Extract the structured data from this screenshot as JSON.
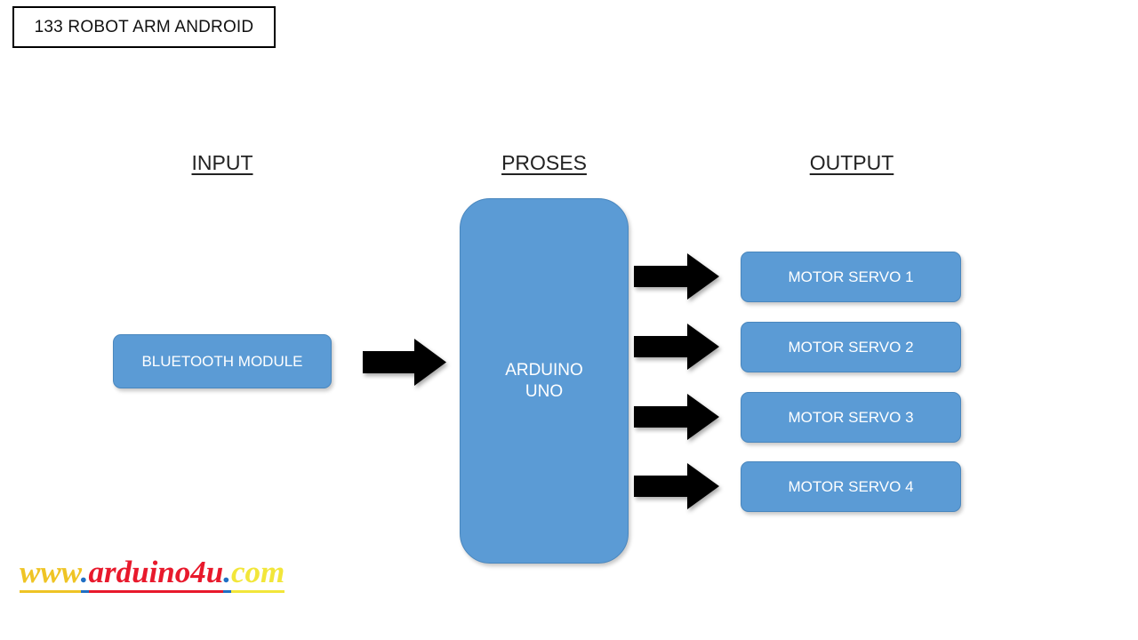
{
  "title": {
    "label": "133 ROBOT ARM ANDROID"
  },
  "headers": {
    "input": "INPUT",
    "proses": "PROSES",
    "output": "OUTPUT"
  },
  "blocks": {
    "input_block": "BLUETOOTH MODULE",
    "process_block_line1": "ARDUINO",
    "process_block_line2": "UNO",
    "outputs": [
      "MOTOR SERVO 1",
      "MOTOR SERVO 2",
      "MOTOR SERVO 3",
      "MOTOR SERVO 4"
    ]
  },
  "arrows": {
    "input_to_process": "right-arrow-icon",
    "process_to_output_1": "right-arrow-icon",
    "process_to_output_2": "right-arrow-icon",
    "process_to_output_3": "right-arrow-icon",
    "process_to_output_4": "right-arrow-icon"
  },
  "watermark": {
    "part1": "www",
    "dot1": ".",
    "part2": "arduino4u",
    "dot2": ".",
    "part3": "com"
  },
  "colors": {
    "block_fill": "#5B9BD5",
    "block_border": "#4A87BE",
    "block_text": "#FFFFFF",
    "arrow": "#000000",
    "title_border": "#000000",
    "watermark_gold": "#EFC425",
    "watermark_red": "#E8192C",
    "watermark_dot": "#1F6FC4",
    "watermark_yellow": "#F2E63A",
    "background": "#FFFFFF"
  }
}
